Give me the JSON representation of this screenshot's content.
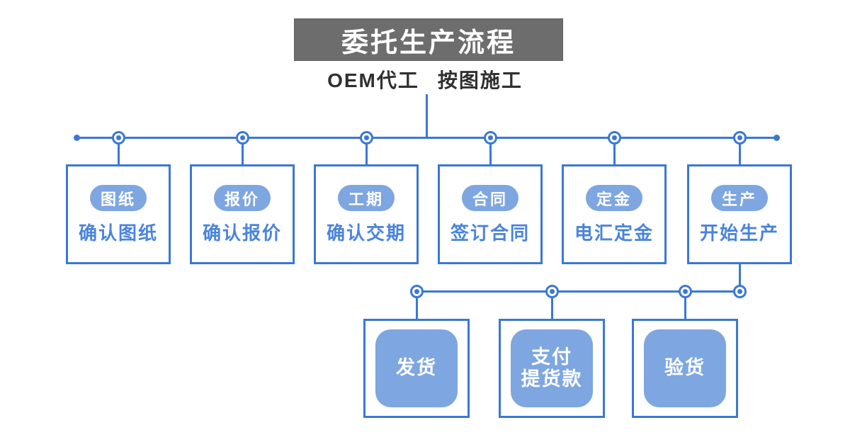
{
  "title": "委托生产流程",
  "subtitle": {
    "part1": "OEM代工",
    "part2": "按图施工"
  },
  "colors": {
    "line_blue": "#3a78d5",
    "fill_blue": "#7ea6e0",
    "text_blue": "#4a84dc",
    "title_gray": "#6d6d6d",
    "subtitle_color": "#303030"
  },
  "main_steps": [
    {
      "tag": "图纸",
      "label": "确认图纸"
    },
    {
      "tag": "报价",
      "label": "确认报价"
    },
    {
      "tag": "工期",
      "label": "确认交期"
    },
    {
      "tag": "合同",
      "label": "签订合同"
    },
    {
      "tag": "定金",
      "label": "电汇定金"
    },
    {
      "tag": "生产",
      "label": "开始生产"
    }
  ],
  "sub_steps": [
    {
      "label": "发货",
      "line1": "发货",
      "line2": ""
    },
    {
      "label": "支付提货款",
      "line1": "支付",
      "line2": "提货款"
    },
    {
      "label": "验货",
      "line1": "验货",
      "line2": ""
    }
  ]
}
